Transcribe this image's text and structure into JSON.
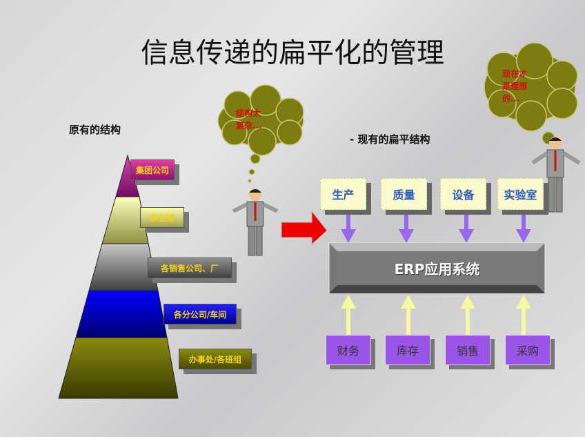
{
  "title": "信息传递的扁平化的管理",
  "left": {
    "heading": "原有的结构",
    "levels": [
      {
        "label": "集团公司",
        "color": "#c0309a"
      },
      {
        "label": "事业部",
        "color": "#e6e6a0"
      },
      {
        "label": "各销售公司、厂",
        "color": "#707070"
      },
      {
        "label": "各分公司/车间",
        "color": "#1a1ad0"
      },
      {
        "label": "办事处/各班组",
        "color": "#7a7a10"
      }
    ],
    "thought": [
      "结构太",
      "复杂..."
    ]
  },
  "right": {
    "heading": "- 现有的扁平结构",
    "top": [
      "生产",
      "质量",
      "设备",
      "实验室"
    ],
    "center": "ERP应用系统",
    "bottom": [
      "财务",
      "库存",
      "销售",
      "采购"
    ],
    "thought": [
      "现在才",
      "是理想",
      "的..."
    ]
  }
}
